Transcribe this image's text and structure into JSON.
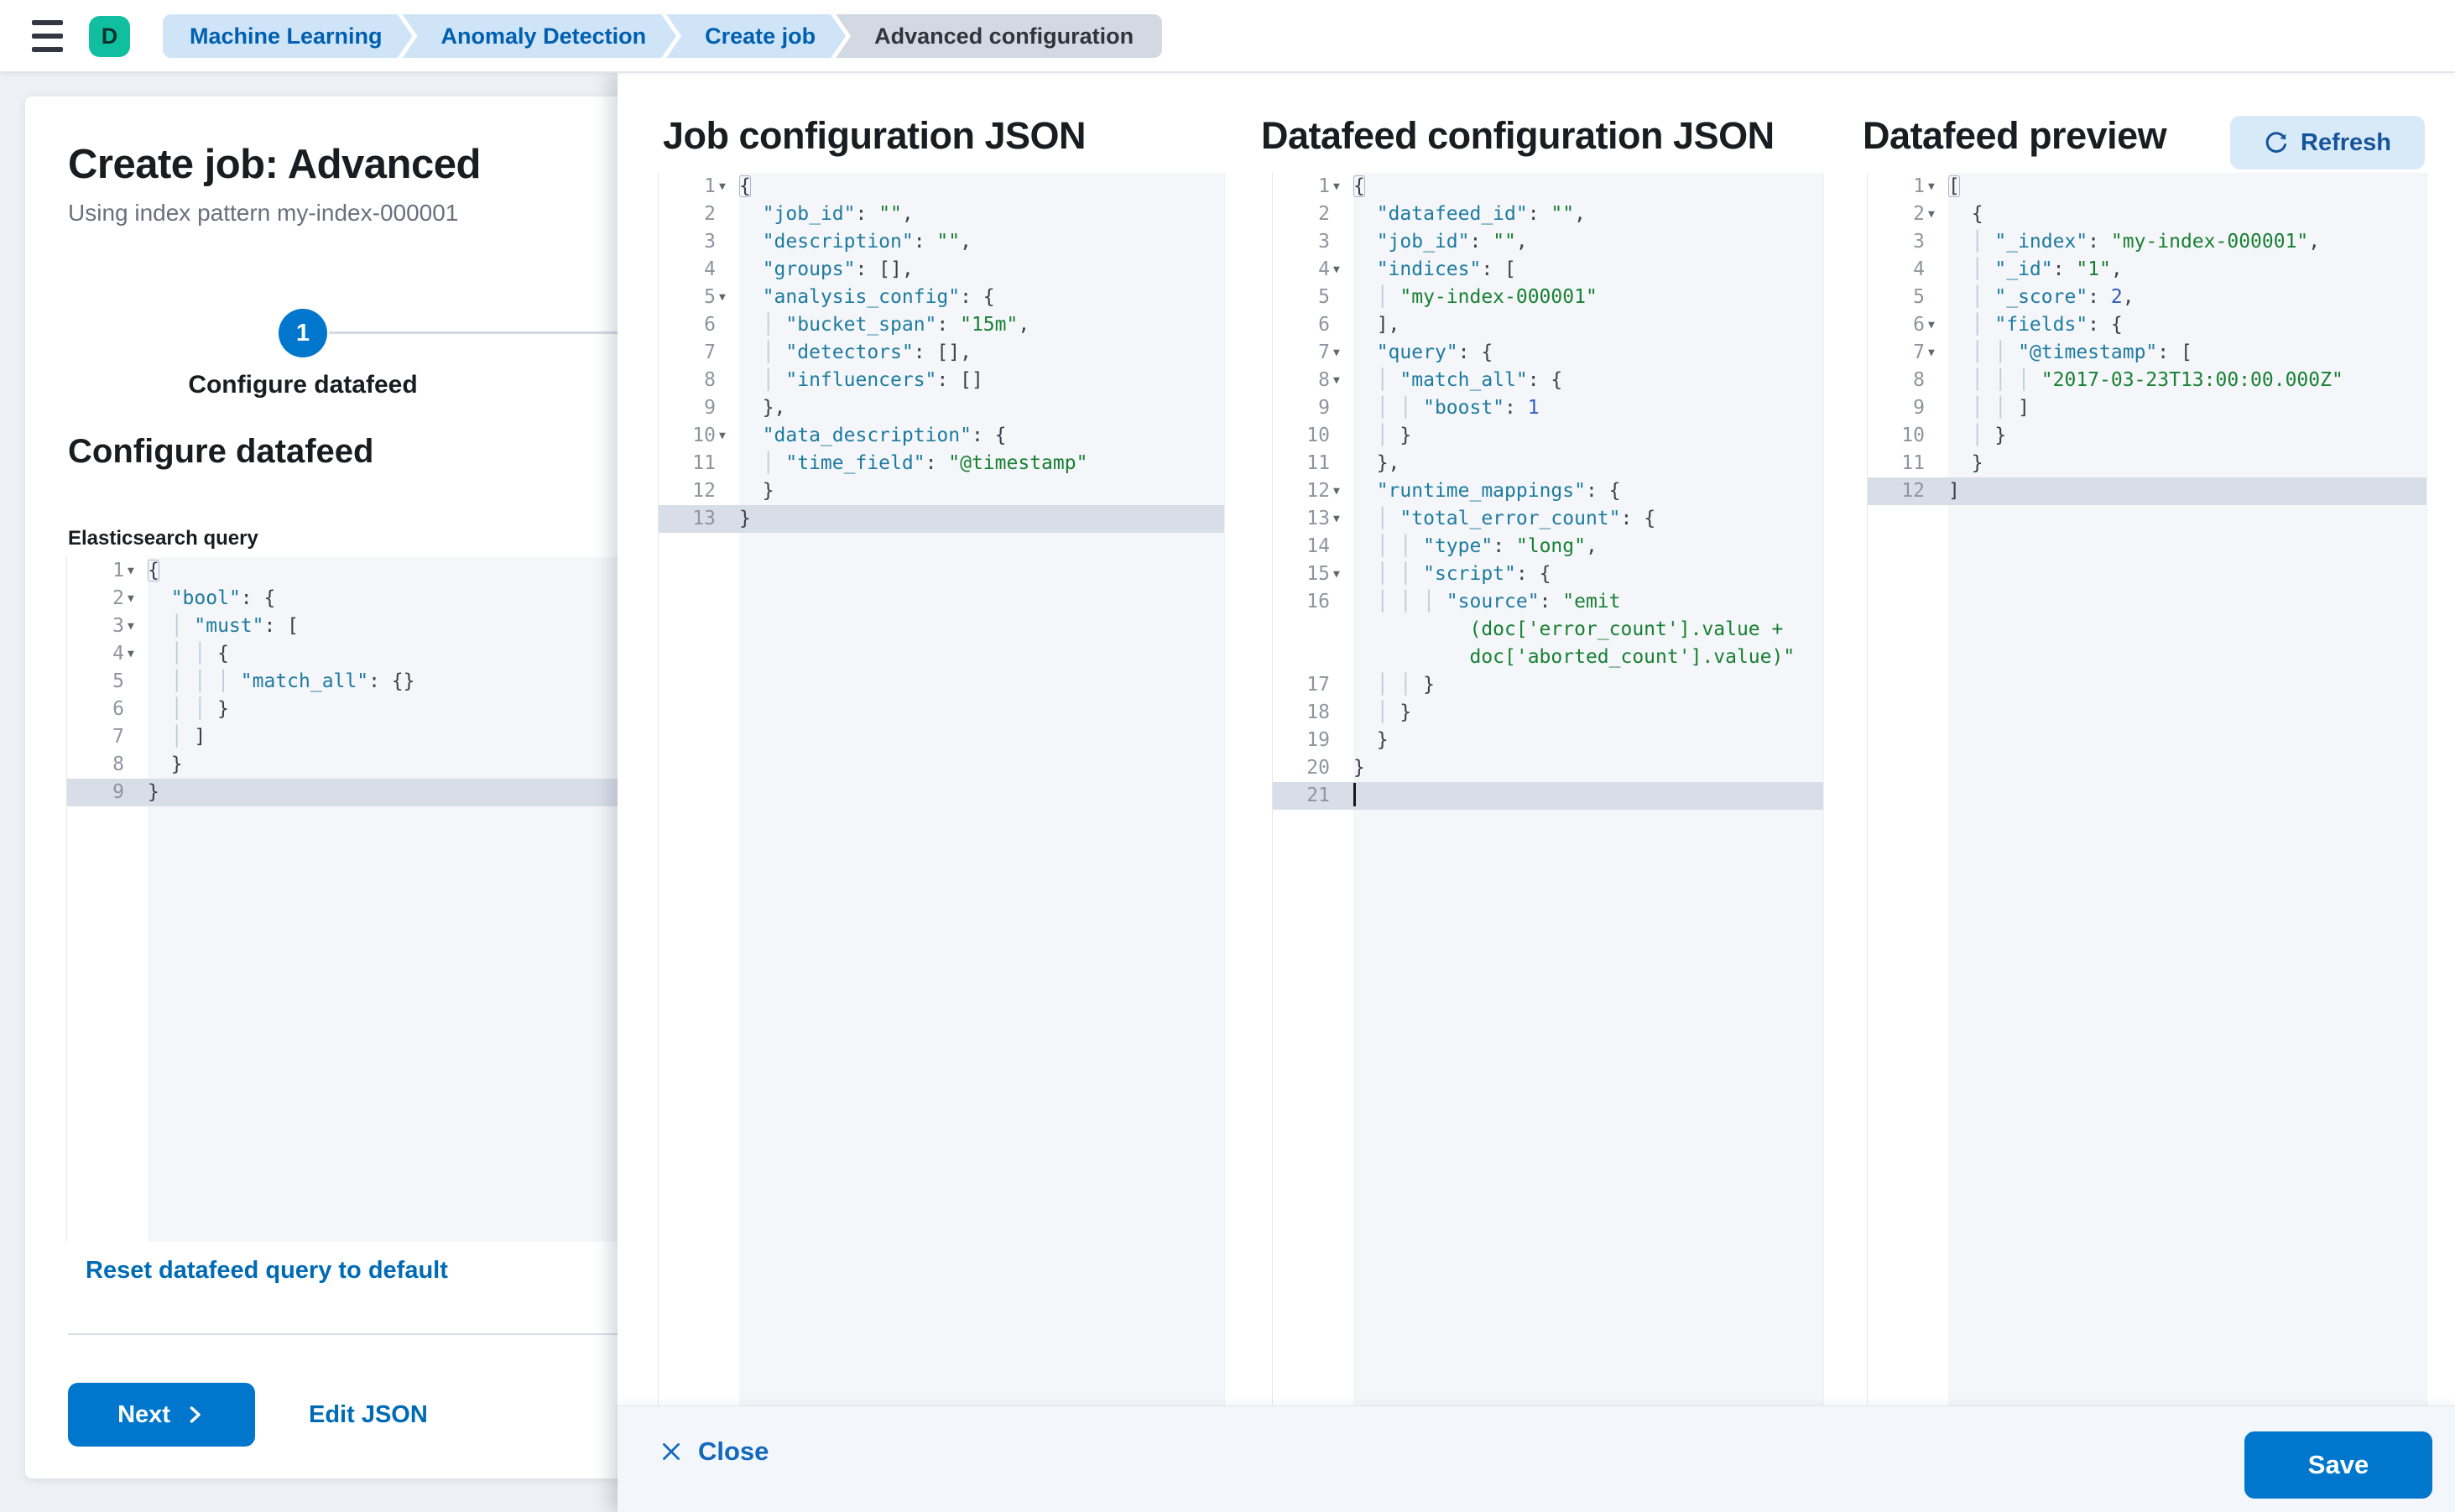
{
  "header": {
    "avatar_letter": "D",
    "breadcrumbs": [
      {
        "label": "Machine Learning",
        "style": "link"
      },
      {
        "label": "Anomaly Detection",
        "style": "link"
      },
      {
        "label": "Create job",
        "style": "link"
      },
      {
        "label": "Advanced configuration",
        "style": "current"
      }
    ]
  },
  "left_panel": {
    "title": "Create job: Advanced",
    "subtitle": "Using index pattern my-index-000001",
    "step_number": "1",
    "step_label": "Configure datafeed",
    "section_heading": "Configure datafeed",
    "query_label": "Elasticsearch query",
    "reset_link": "Reset datafeed query to default",
    "next_button": "Next",
    "edit_json_link": "Edit JSON"
  },
  "flyout": {
    "job_json_title": "Job configuration JSON",
    "datafeed_json_title": "Datafeed configuration JSON",
    "preview_title": "Datafeed preview",
    "refresh_button": "Refresh",
    "close_button": "Close",
    "save_button": "Save"
  },
  "colors": {
    "primary_button": "#0077cc",
    "link_blue": "#006bb4",
    "avatar_teal": "#10bfa0",
    "breadcrumb_blue_bg": "#cfe4f6",
    "breadcrumb_gray_bg": "#d3d9e3",
    "editor_code_bg": "#f4f6f9",
    "editor_active_line": "#d8dee8",
    "json_key": "#1d7ba0",
    "json_string": "#188032",
    "json_number": "#2e5bc0"
  },
  "editors": {
    "es_query": {
      "lines": [
        {
          "n": "1",
          "fold": true,
          "seg": [
            [
              "b",
              "{"
            ]
          ]
        },
        {
          "n": "2",
          "fold": true,
          "seg": [
            [
              "p",
              "  "
            ],
            [
              "k",
              "\"bool\""
            ],
            [
              "p",
              ": {"
            ]
          ]
        },
        {
          "n": "3",
          "fold": true,
          "seg": [
            [
              "g",
              "  │ "
            ],
            [
              "k",
              "\"must\""
            ],
            [
              "p",
              ": ["
            ]
          ]
        },
        {
          "n": "4",
          "fold": true,
          "seg": [
            [
              "g",
              "  │ │ "
            ],
            [
              "p",
              "{"
            ]
          ]
        },
        {
          "n": "5",
          "seg": [
            [
              "g",
              "  │ │ │ "
            ],
            [
              "k",
              "\"match_all\""
            ],
            [
              "p",
              ": {}"
            ]
          ]
        },
        {
          "n": "6",
          "seg": [
            [
              "g",
              "  │ │ "
            ],
            [
              "p",
              "}"
            ]
          ]
        },
        {
          "n": "7",
          "seg": [
            [
              "g",
              "  │ "
            ],
            [
              "p",
              "]"
            ]
          ]
        },
        {
          "n": "8",
          "seg": [
            [
              "p",
              "  }"
            ]
          ]
        },
        {
          "n": "9",
          "active": true,
          "seg": [
            [
              "p",
              "}"
            ]
          ]
        }
      ]
    },
    "job_config": {
      "lines": [
        {
          "n": "1",
          "fold": true,
          "seg": [
            [
              "b",
              "{"
            ]
          ]
        },
        {
          "n": "2",
          "seg": [
            [
              "p",
              "  "
            ],
            [
              "k",
              "\"job_id\""
            ],
            [
              "p",
              ": "
            ],
            [
              "s",
              "\"\""
            ],
            [
              "p",
              ","
            ]
          ]
        },
        {
          "n": "3",
          "seg": [
            [
              "p",
              "  "
            ],
            [
              "k",
              "\"description\""
            ],
            [
              "p",
              ": "
            ],
            [
              "s",
              "\"\""
            ],
            [
              "p",
              ","
            ]
          ]
        },
        {
          "n": "4",
          "seg": [
            [
              "p",
              "  "
            ],
            [
              "k",
              "\"groups\""
            ],
            [
              "p",
              ": [],"
            ]
          ]
        },
        {
          "n": "5",
          "fold": true,
          "seg": [
            [
              "p",
              "  "
            ],
            [
              "k",
              "\"analysis_config\""
            ],
            [
              "p",
              ": {"
            ]
          ]
        },
        {
          "n": "6",
          "seg": [
            [
              "g",
              "  │ "
            ],
            [
              "k",
              "\"bucket_span\""
            ],
            [
              "p",
              ": "
            ],
            [
              "s",
              "\"15m\""
            ],
            [
              "p",
              ","
            ]
          ]
        },
        {
          "n": "7",
          "seg": [
            [
              "g",
              "  │ "
            ],
            [
              "k",
              "\"detectors\""
            ],
            [
              "p",
              ": [],"
            ]
          ]
        },
        {
          "n": "8",
          "seg": [
            [
              "g",
              "  │ "
            ],
            [
              "k",
              "\"influencers\""
            ],
            [
              "p",
              ": []"
            ]
          ]
        },
        {
          "n": "9",
          "seg": [
            [
              "p",
              "  },"
            ]
          ]
        },
        {
          "n": "10",
          "fold": true,
          "seg": [
            [
              "p",
              "  "
            ],
            [
              "k",
              "\"data_description\""
            ],
            [
              "p",
              ": {"
            ]
          ]
        },
        {
          "n": "11",
          "seg": [
            [
              "g",
              "  │ "
            ],
            [
              "k",
              "\"time_field\""
            ],
            [
              "p",
              ": "
            ],
            [
              "s",
              "\"@timestamp\""
            ]
          ]
        },
        {
          "n": "12",
          "seg": [
            [
              "p",
              "  }"
            ]
          ]
        },
        {
          "n": "13",
          "active": true,
          "seg": [
            [
              "p",
              "}"
            ]
          ]
        }
      ]
    },
    "datafeed_config": {
      "lines": [
        {
          "n": "1",
          "fold": true,
          "seg": [
            [
              "b",
              "{"
            ]
          ]
        },
        {
          "n": "2",
          "seg": [
            [
              "p",
              "  "
            ],
            [
              "k",
              "\"datafeed_id\""
            ],
            [
              "p",
              ": "
            ],
            [
              "s",
              "\"\""
            ],
            [
              "p",
              ","
            ]
          ]
        },
        {
          "n": "3",
          "seg": [
            [
              "p",
              "  "
            ],
            [
              "k",
              "\"job_id\""
            ],
            [
              "p",
              ": "
            ],
            [
              "s",
              "\"\""
            ],
            [
              "p",
              ","
            ]
          ]
        },
        {
          "n": "4",
          "fold": true,
          "seg": [
            [
              "p",
              "  "
            ],
            [
              "k",
              "\"indices\""
            ],
            [
              "p",
              ": ["
            ]
          ]
        },
        {
          "n": "5",
          "seg": [
            [
              "g",
              "  │ "
            ],
            [
              "s",
              "\"my-index-000001\""
            ]
          ]
        },
        {
          "n": "6",
          "seg": [
            [
              "p",
              "  ],"
            ]
          ]
        },
        {
          "n": "7",
          "fold": true,
          "seg": [
            [
              "p",
              "  "
            ],
            [
              "k",
              "\"query\""
            ],
            [
              "p",
              ": {"
            ]
          ]
        },
        {
          "n": "8",
          "fold": true,
          "seg": [
            [
              "g",
              "  │ "
            ],
            [
              "k",
              "\"match_all\""
            ],
            [
              "p",
              ": {"
            ]
          ]
        },
        {
          "n": "9",
          "seg": [
            [
              "g",
              "  │ │ "
            ],
            [
              "k",
              "\"boost\""
            ],
            [
              "p",
              ": "
            ],
            [
              "n",
              "1"
            ]
          ]
        },
        {
          "n": "10",
          "seg": [
            [
              "g",
              "  │ "
            ],
            [
              "p",
              "}"
            ]
          ]
        },
        {
          "n": "11",
          "seg": [
            [
              "p",
              "  },"
            ]
          ]
        },
        {
          "n": "12",
          "fold": true,
          "seg": [
            [
              "p",
              "  "
            ],
            [
              "k",
              "\"runtime_mappings\""
            ],
            [
              "p",
              ": {"
            ]
          ]
        },
        {
          "n": "13",
          "fold": true,
          "seg": [
            [
              "g",
              "  │ "
            ],
            [
              "k",
              "\"total_error_count\""
            ],
            [
              "p",
              ": {"
            ]
          ]
        },
        {
          "n": "14",
          "seg": [
            [
              "g",
              "  │ │ "
            ],
            [
              "k",
              "\"type\""
            ],
            [
              "p",
              ": "
            ],
            [
              "s",
              "\"long\""
            ],
            [
              "p",
              ","
            ]
          ]
        },
        {
          "n": "15",
          "fold": true,
          "seg": [
            [
              "g",
              "  │ │ "
            ],
            [
              "k",
              "\"script\""
            ],
            [
              "p",
              ": {"
            ]
          ]
        },
        {
          "n": "16",
          "seg": [
            [
              "g",
              "  │ │ │ "
            ],
            [
              "k",
              "\"source\""
            ],
            [
              "p",
              ": "
            ],
            [
              "s",
              "\"emit"
            ]
          ]
        },
        {
          "n": "",
          "seg": [
            [
              "s",
              "          (doc['error_count'].value +"
            ]
          ]
        },
        {
          "n": "",
          "seg": [
            [
              "s",
              "          doc['aborted_count'].value)\""
            ]
          ]
        },
        {
          "n": "17",
          "seg": [
            [
              "g",
              "  │ │ "
            ],
            [
              "p",
              "}"
            ]
          ]
        },
        {
          "n": "18",
          "seg": [
            [
              "g",
              "  │ "
            ],
            [
              "p",
              "}"
            ]
          ]
        },
        {
          "n": "19",
          "seg": [
            [
              "p",
              "  }"
            ]
          ]
        },
        {
          "n": "20",
          "seg": [
            [
              "p",
              "}"
            ]
          ]
        },
        {
          "n": "21",
          "active": true,
          "cursor": true,
          "seg": []
        }
      ]
    },
    "datafeed_preview": {
      "lines": [
        {
          "n": "1",
          "fold": true,
          "seg": [
            [
              "b",
              "["
            ]
          ]
        },
        {
          "n": "2",
          "fold": true,
          "seg": [
            [
              "p",
              "  {"
            ]
          ]
        },
        {
          "n": "3",
          "seg": [
            [
              "g",
              "  │ "
            ],
            [
              "k",
              "\"_index\""
            ],
            [
              "p",
              ": "
            ],
            [
              "s",
              "\"my-index-000001\""
            ],
            [
              "p",
              ","
            ]
          ]
        },
        {
          "n": "4",
          "seg": [
            [
              "g",
              "  │ "
            ],
            [
              "k",
              "\"_id\""
            ],
            [
              "p",
              ": "
            ],
            [
              "s",
              "\"1\""
            ],
            [
              "p",
              ","
            ]
          ]
        },
        {
          "n": "5",
          "seg": [
            [
              "g",
              "  │ "
            ],
            [
              "k",
              "\"_score\""
            ],
            [
              "p",
              ": "
            ],
            [
              "n",
              "2"
            ],
            [
              "p",
              ","
            ]
          ]
        },
        {
          "n": "6",
          "fold": true,
          "seg": [
            [
              "g",
              "  │ "
            ],
            [
              "k",
              "\"fields\""
            ],
            [
              "p",
              ": {"
            ]
          ]
        },
        {
          "n": "7",
          "fold": true,
          "seg": [
            [
              "g",
              "  │ │ "
            ],
            [
              "k",
              "\"@timestamp\""
            ],
            [
              "p",
              ": ["
            ]
          ]
        },
        {
          "n": "8",
          "seg": [
            [
              "g",
              "  │ │ │ "
            ],
            [
              "s",
              "\"2017-03-23T13:00:00.000Z\""
            ]
          ]
        },
        {
          "n": "9",
          "seg": [
            [
              "g",
              "  │ │ "
            ],
            [
              "p",
              "]"
            ]
          ]
        },
        {
          "n": "10",
          "seg": [
            [
              "g",
              "  │ "
            ],
            [
              "p",
              "}"
            ]
          ]
        },
        {
          "n": "11",
          "seg": [
            [
              "p",
              "  }"
            ]
          ]
        },
        {
          "n": "12",
          "active": true,
          "seg": [
            [
              "p",
              "]"
            ]
          ]
        }
      ]
    }
  }
}
